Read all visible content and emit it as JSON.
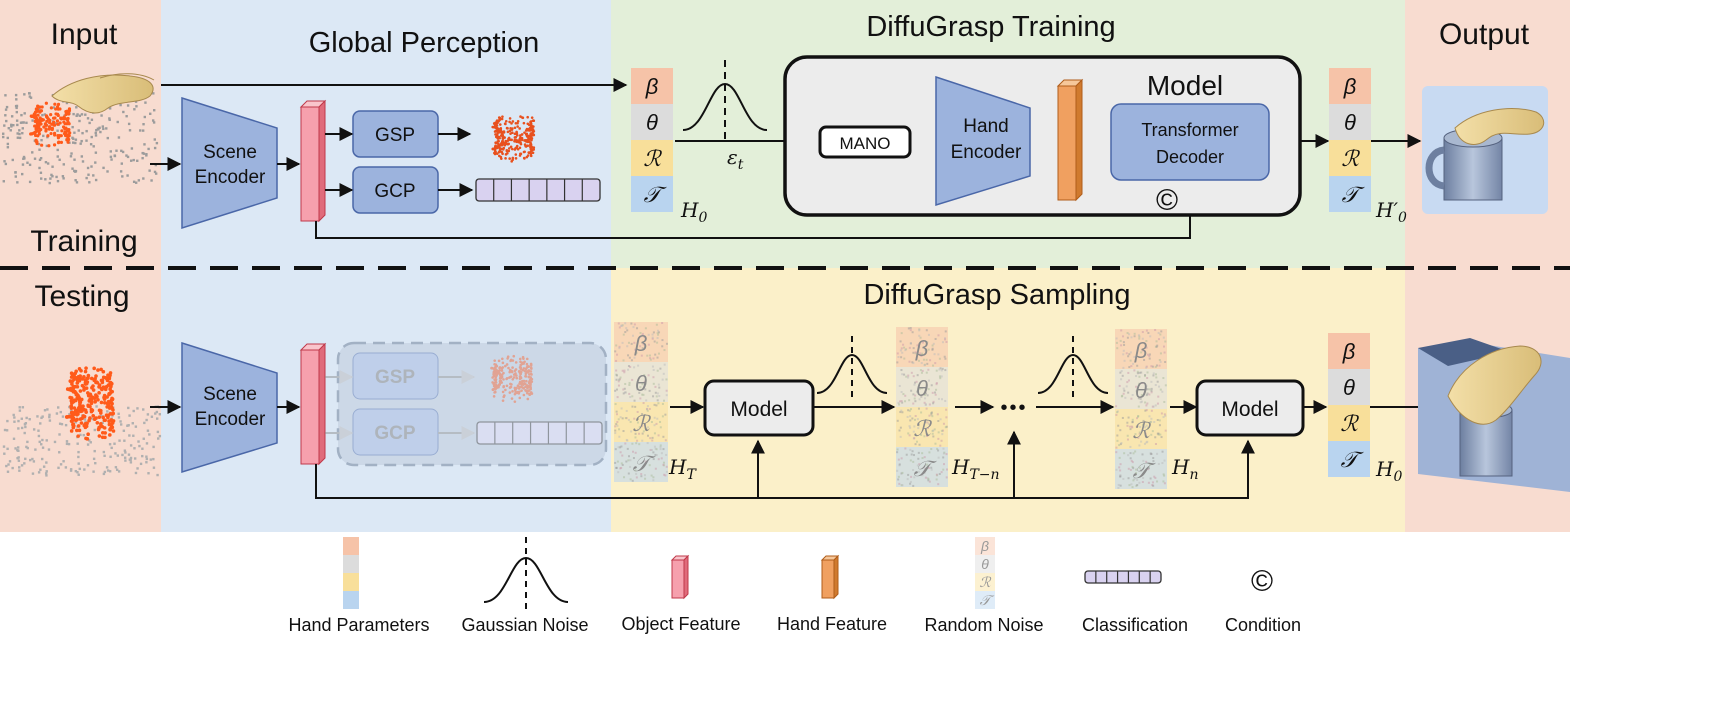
{
  "sections": {
    "input": "Input",
    "global_perception": "Global Perception",
    "training_title": "DiffuGrasp Training",
    "output": "Output",
    "training": "Training",
    "testing": "Testing",
    "sampling_title": "DiffuGrasp Sampling"
  },
  "blocks": {
    "scene_encoder_line1": "Scene",
    "scene_encoder_line2": "Encoder",
    "gsp": "GSP",
    "gcp": "GCP",
    "mano": "MANO",
    "model_title": "Model",
    "hand_encoder_line1": "Hand",
    "hand_encoder_line2": "Encoder",
    "transformer_line1": "Transformer",
    "transformer_line2": "Decoder",
    "model": "Model"
  },
  "params": {
    "beta": "β",
    "theta": "θ",
    "rot": "ℛ",
    "trans": "𝒯"
  },
  "labels": {
    "h0": "H",
    "h0_sub": "0",
    "h0_prime": "H′",
    "eps": "ε",
    "eps_sub": "t",
    "ht": "H",
    "ht_sub": "T",
    "htn_sub": "T−n",
    "hn_sub": "n",
    "ellipsis": "•••",
    "condition": "©"
  },
  "legend": {
    "hand_parameters": "Hand Parameters",
    "gaussian_noise": "Gaussian Noise",
    "object_feature": "Object Feature",
    "hand_feature": "Hand Feature",
    "random_noise": "Random Noise",
    "classification": "Classification",
    "condition": "Condition"
  },
  "colors": {
    "input_bg": "#f8dcd0",
    "perception_bg": "#dce8f5",
    "training_bg": "#e3efd9",
    "sampling_bg": "#fbf0c9",
    "block_blue": "#9cb3dd",
    "block_stroke": "#4a67a8",
    "object_feature": "#f6a0ad",
    "hand_feature": "#f0a060",
    "param_beta": "#f6c3a8",
    "param_theta": "#dcdcdc",
    "param_rot": "#f8df9a",
    "param_trans": "#b9d4ef",
    "classification": "#d9d2f0",
    "points": "#ff5a1a"
  }
}
